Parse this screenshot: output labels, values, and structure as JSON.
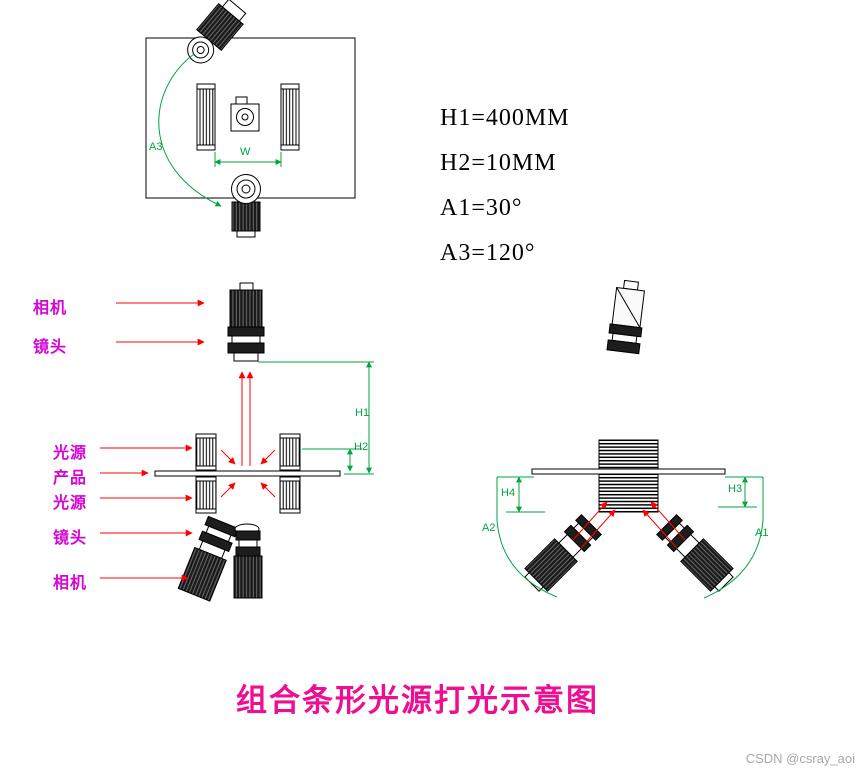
{
  "colors": {
    "dimension_green": "#00a540",
    "arrow_red": "#ff0000",
    "label_magenta": "#d803d8",
    "title_magenta": "#ed0e92",
    "line_black": "#000000",
    "watermark_gray": "#a8a8a8"
  },
  "params": {
    "line1": "H1=400MM",
    "line2": "H2=10MM",
    "line3": "A1=30°",
    "line4": "A3=120°"
  },
  "top_view": {
    "w": "W",
    "a3": "A3"
  },
  "front_view": {
    "labels": [
      {
        "text": "相机"
      },
      {
        "text": "镜头"
      },
      {
        "text": "光源"
      },
      {
        "text": "产品"
      },
      {
        "text": "光源"
      },
      {
        "text": "镜头"
      },
      {
        "text": "相机"
      }
    ],
    "h1": "H1",
    "h2": "H2"
  },
  "side_view": {
    "h4": "H4",
    "h3": "H3",
    "a2": "A2",
    "a1": "A1"
  },
  "title": "组合条形光源打光示意图",
  "watermark": "CSDN @csray_aoi"
}
